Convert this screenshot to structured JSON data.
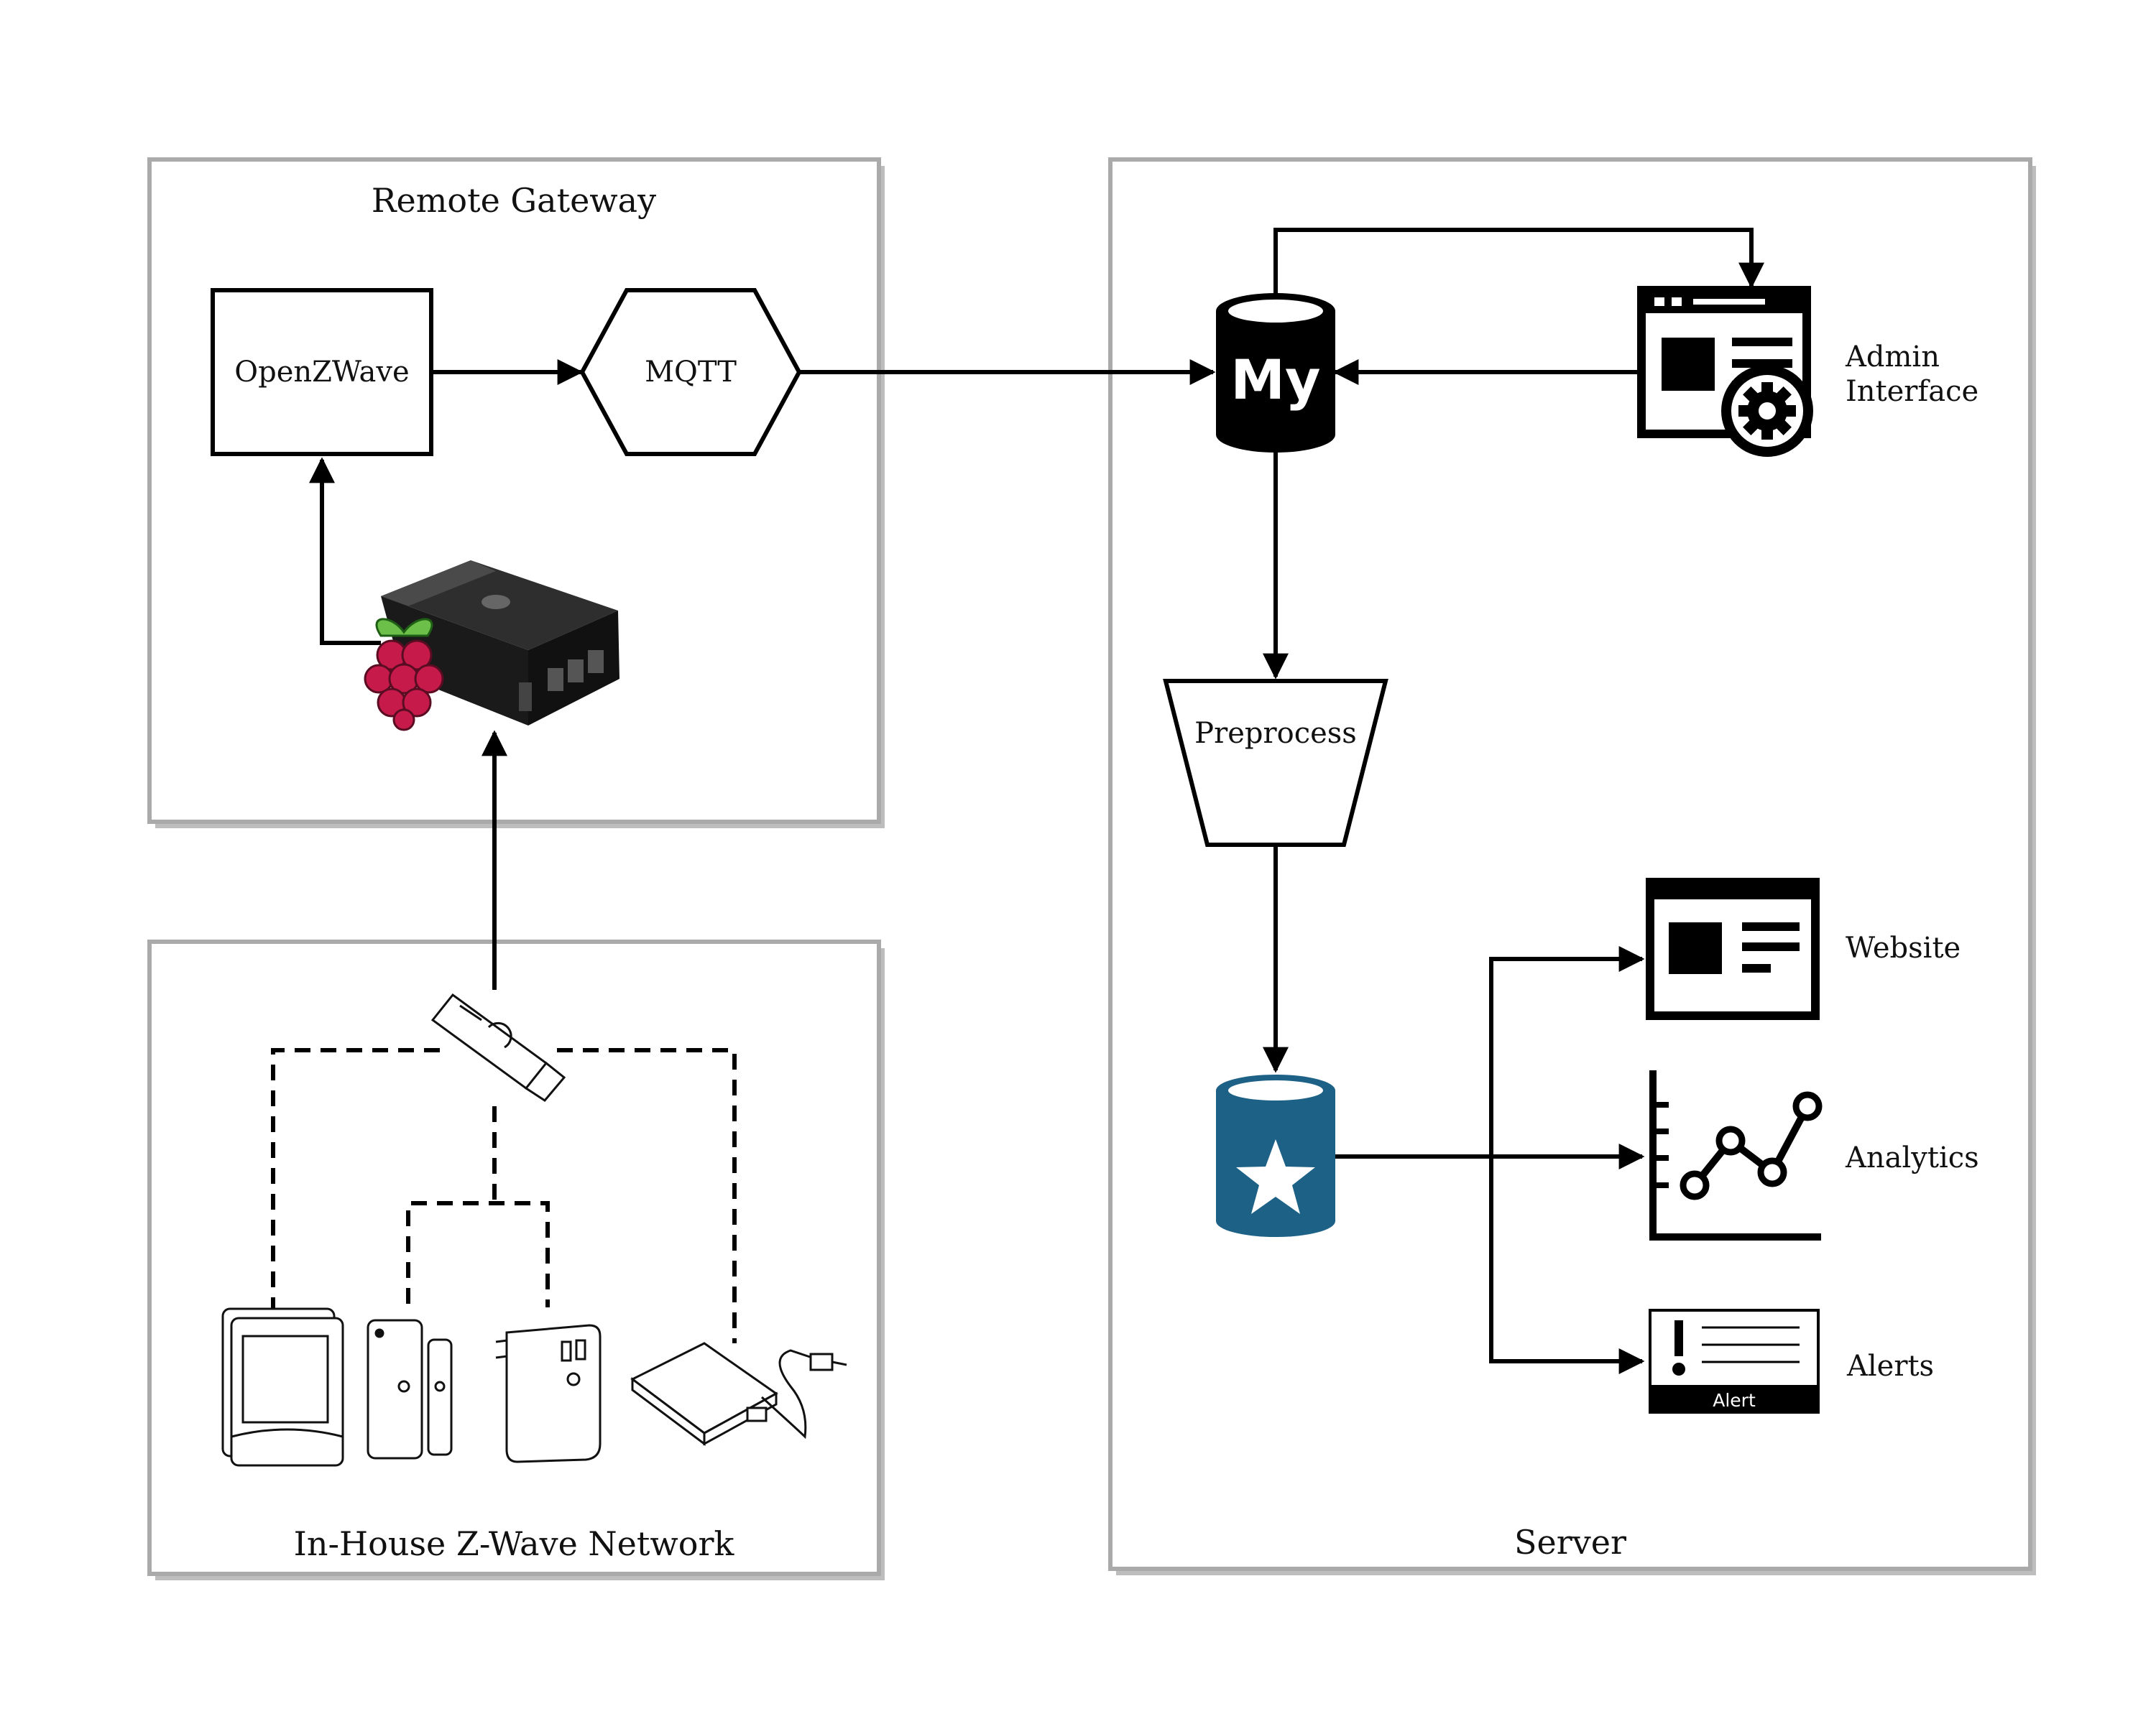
{
  "panels": {
    "remote_gateway": "Remote Gateway",
    "in_house_network": "In-House Z-Wave Network",
    "server": "Server"
  },
  "nodes": {
    "openzwave": "OpenZWave",
    "mqtt": "MQTT",
    "mysql_logo": "My",
    "preprocess": "Preprocess",
    "admin_interface": [
      "Admin",
      "Interface"
    ],
    "website": "Website",
    "analytics": "Analytics",
    "alerts": "Alerts",
    "alert_badge": "Alert"
  },
  "icons": {
    "gateway_device": "raspberry-pi-case-icon",
    "zwave_stick": "usb-zwave-stick-icon",
    "sensors": [
      "motion-sensor-icon",
      "door-sensor-icon",
      "smart-plug-icon",
      "water-sensor-icon"
    ],
    "database": "mysql-database-icon",
    "warehouse": "star-database-icon",
    "admin": "browser-gear-icon",
    "website": "browser-window-icon",
    "analytics": "line-chart-icon",
    "alerts": "alert-card-icon"
  },
  "colors": {
    "panel_border": "#aaaaaa",
    "shadow": "#bdbdbd",
    "warehouse": "#1d6187",
    "raspberry": "#c51a4a",
    "leaf": "#6cc04a"
  }
}
